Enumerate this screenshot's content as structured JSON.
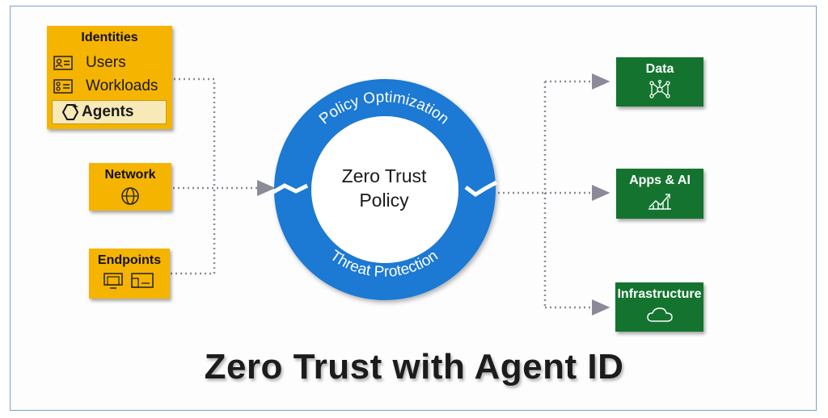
{
  "title": "Zero Trust with Agent ID",
  "center": {
    "line1": "Zero Trust",
    "line2": "Policy",
    "ring_top": "Policy Optimization",
    "ring_bottom": "Threat Protection"
  },
  "sources": {
    "identities": {
      "title": "Identities",
      "items": [
        {
          "label": "Users",
          "icon": "id-card-icon"
        },
        {
          "label": "Workloads",
          "icon": "workload-icon"
        },
        {
          "label": "Agents",
          "icon": "agent-hexagon-icon"
        }
      ]
    },
    "network": {
      "title": "Network",
      "icon": "globe-icon"
    },
    "endpoints": {
      "title": "Endpoints",
      "icon": "devices-icon"
    }
  },
  "targets": [
    {
      "title": "Data",
      "icon": "data-network-icon"
    },
    {
      "title": "Apps & AI",
      "icon": "chart-growth-icon"
    },
    {
      "title": "Infrastructure",
      "icon": "cloud-icon"
    }
  ],
  "colors": {
    "source_fill": "#f5b400",
    "target_fill": "#14742f",
    "ring": "#1f79d4",
    "connector": "#8a8a99"
  }
}
